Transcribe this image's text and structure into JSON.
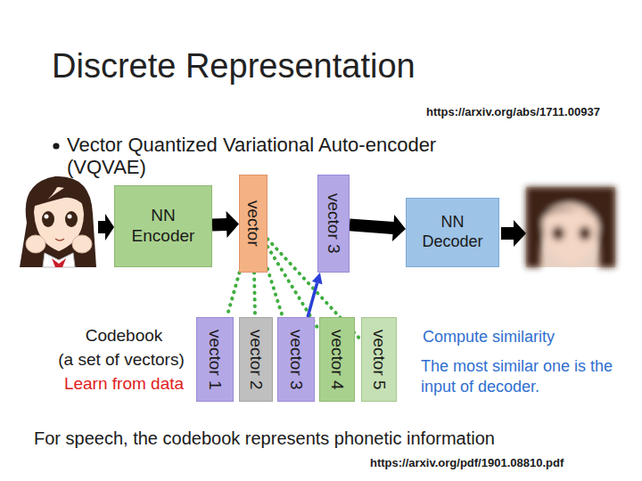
{
  "diagram": {
    "title": "Discrete Representation",
    "nodes": [
      {
        "text": [
          "NN Encoder"
        ]
      },
      {
        "text": [
          "vector"
        ]
      },
      {
        "text": [
          "vector 3"
        ]
      },
      {
        "text": [
          "NN Decoder"
        ]
      },
      {
        "text": [
          "vector 1"
        ]
      },
      {
        "text": [
          "vector 2"
        ]
      },
      {
        "text": [
          "vector 3"
        ]
      },
      {
        "text": [
          "vector 4"
        ]
      },
      {
        "text": [
          "vector 5"
        ]
      }
    ],
    "edges": [
      {
        "from": 0,
        "to": 1,
        "arrow": "to"
      },
      {
        "from": 2,
        "to": 3,
        "arrow": "to"
      },
      {
        "from": 1,
        "to": 4,
        "arrow": "none"
      },
      {
        "from": 1,
        "to": 5,
        "arrow": "none"
      },
      {
        "from": 1,
        "to": 6,
        "arrow": "none"
      },
      {
        "from": 1,
        "to": 7,
        "arrow": "none"
      },
      {
        "from": 1,
        "to": 8,
        "arrow": "none"
      },
      {
        "from": 6,
        "to": 2,
        "arrow": "to"
      }
    ],
    "labels": [
      "https://arxiv.org/abs/1711.00937",
      "Vector Quantized Variational Auto-encoder (VQVAE)",
      "Codebook",
      "(a set of vectors)",
      "Learn from data",
      "Compute similarity",
      "The most similar one is the input of decoder.",
      "For speech, the codebook represents phonetic information",
      "https://arxiv.org/pdf/1901.08810.pdf"
    ]
  }
}
